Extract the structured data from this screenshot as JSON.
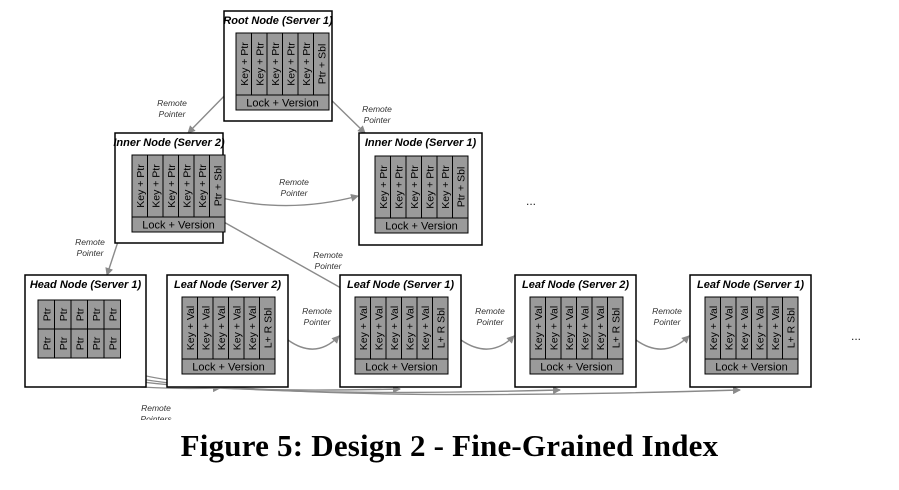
{
  "diagram": {
    "nodes": {
      "root": {
        "title": "Root Node (Server 1)",
        "fields": [
          "Key + Ptr",
          "Key + Ptr",
          "Key + Ptr",
          "Key + Ptr",
          "Key + Ptr",
          "Ptr + Sbl"
        ],
        "footer": "Lock + Version"
      },
      "inner2": {
        "title": "Inner Node (Server 2)",
        "fields": [
          "Key + Ptr",
          "Key + Ptr",
          "Key + Ptr",
          "Key + Ptr",
          "Key + Ptr",
          "Ptr + Sbl"
        ],
        "footer": "Lock + Version"
      },
      "inner1": {
        "title": "Inner Node (Server 1)",
        "fields": [
          "Key + Ptr",
          "Key + Ptr",
          "Key + Ptr",
          "Key + Ptr",
          "Key + Ptr",
          "Ptr + Sbl"
        ],
        "footer": "Lock + Version"
      },
      "head": {
        "title": "Head Node (Server 1)",
        "fields": [
          "Ptr",
          "Ptr",
          "Ptr",
          "Ptr",
          "Ptr",
          "Ptr",
          "Ptr",
          "Ptr",
          "Ptr",
          "Ptr"
        ]
      },
      "leafA": {
        "title": "Leaf Node (Server 2)",
        "fields": [
          "Key + Val",
          "Key + Val",
          "Key + Val",
          "Key + Val",
          "Key + Val",
          "L+ R Sbl"
        ],
        "footer": "Lock + Version"
      },
      "leafB": {
        "title": "Leaf Node (Server 1)",
        "fields": [
          "Key + Val",
          "Key + Val",
          "Key + Val",
          "Key + Val",
          "Key + Val",
          "L+ R Sbl"
        ],
        "footer": "Lock + Version"
      },
      "leafC": {
        "title": "Leaf Node (Server 2)",
        "fields": [
          "Key + Val",
          "Key + Val",
          "Key + Val",
          "Key + Val",
          "Key + Val",
          "L+ R Sbl"
        ],
        "footer": "Lock + Version"
      },
      "leafD": {
        "title": "Leaf Node (Server 1)",
        "fields": [
          "Key + Val",
          "Key + Val",
          "Key + Val",
          "Key + Val",
          "Key + Val",
          "L+ R Sbl"
        ],
        "footer": "Lock + Version"
      }
    },
    "edge_labels": {
      "root_inner2": [
        "Remote",
        "Pointer"
      ],
      "root_inner1": [
        "Remote",
        "Pointer"
      ],
      "inner2_inner1": [
        "Remote",
        "Pointer"
      ],
      "inner2_head": [
        "Remote",
        "Pointer"
      ],
      "inner2_leafB": [
        "Remote",
        "Pointer"
      ],
      "leafA_leafB": [
        "Remote",
        "Pointer"
      ],
      "leafB_leafC": [
        "Remote",
        "Pointer"
      ],
      "leafC_leafD": [
        "Remote",
        "Pointer"
      ],
      "head_leaves": [
        "Remote",
        "Pointers"
      ]
    },
    "ellipses": [
      "...",
      "..."
    ],
    "colors": {
      "cell_fill": "#9a9a9a",
      "border": "#000000",
      "arrow": "#8a8a8a"
    }
  },
  "caption": "Figure 5: Design 2 - Fine-Grained Index"
}
